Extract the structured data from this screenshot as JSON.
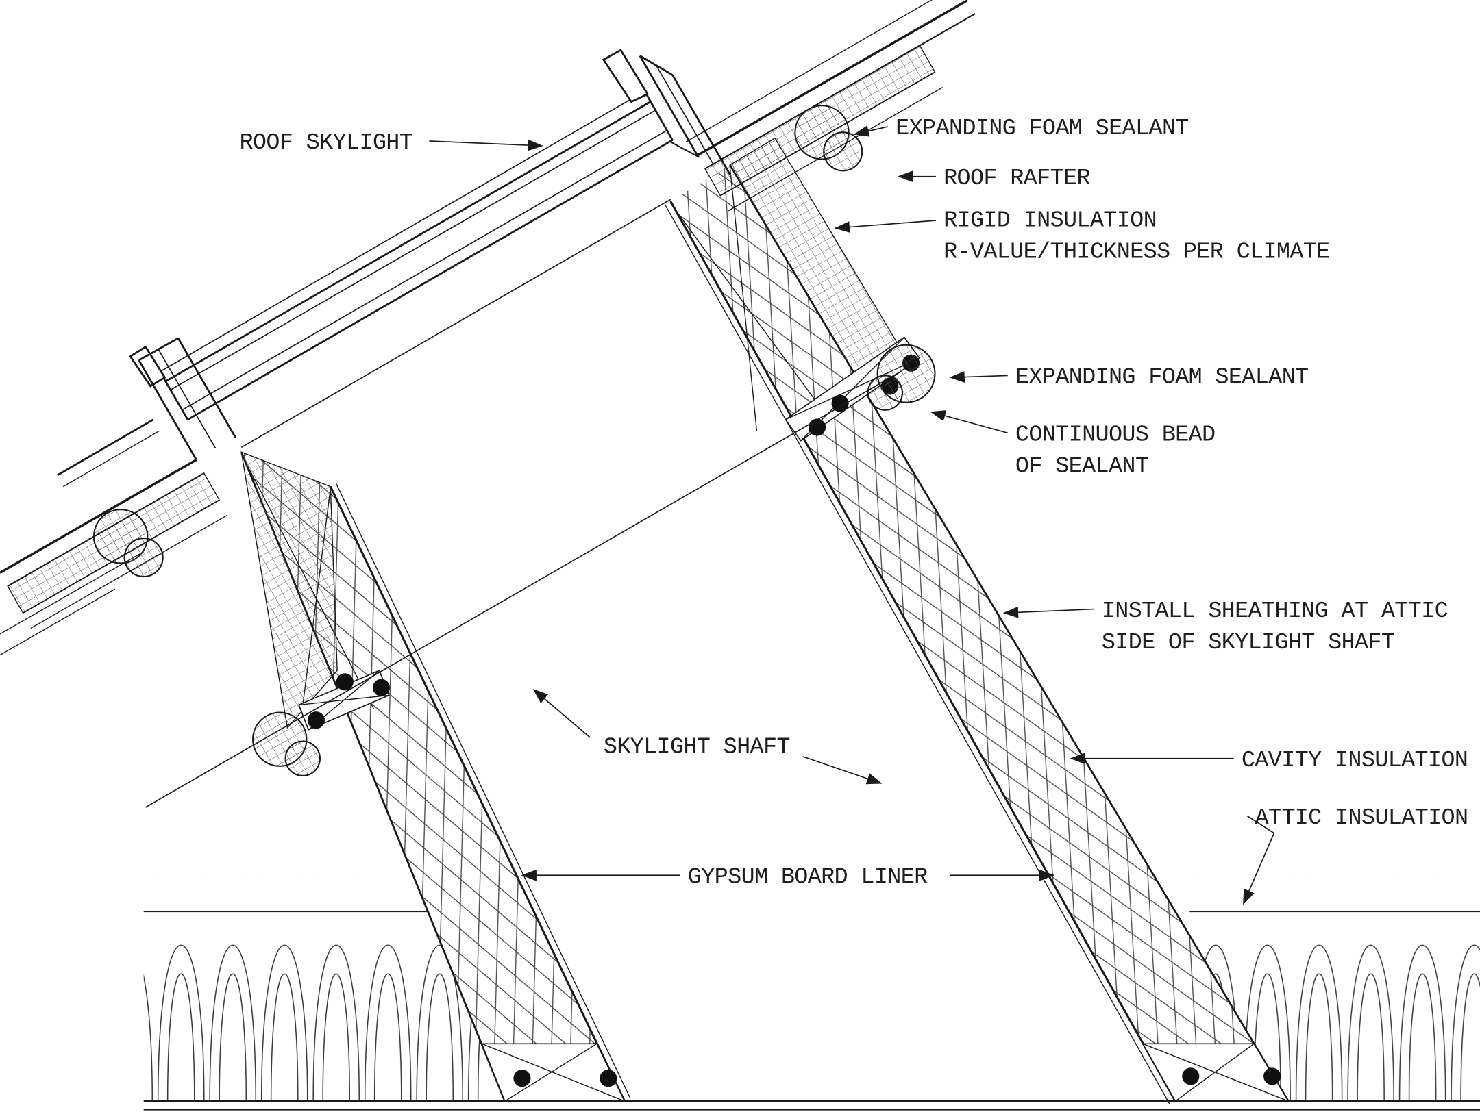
{
  "drawing": {
    "type": "architectural-detail-section",
    "labels": {
      "roof_skylight": "ROOF SKYLIGHT",
      "expanding_foam_top": "EXPANDING FOAM SEALANT",
      "roof_rafter": "ROOF RAFTER",
      "rigid_insulation_1": "RIGID INSULATION",
      "rigid_insulation_2": "R-VALUE/THICKNESS PER CLIMATE",
      "expanding_foam_mid": "EXPANDING FOAM SEALANT",
      "continuous_bead_1": "CONTINUOUS BEAD",
      "continuous_bead_2": "OF SEALANT",
      "install_sheathing_1": "INSTALL SHEATHING AT ATTIC",
      "install_sheathing_2": "SIDE OF SKYLIGHT SHAFT",
      "skylight_shaft": "SKYLIGHT SHAFT",
      "cavity_insulation": "CAVITY INSULATION",
      "attic_insulation": "ATTIC INSULATION",
      "gypsum_board_liner": "GYPSUM BOARD LINER"
    },
    "colors": {
      "line": "#1a1a1a",
      "background": "#ffffff"
    }
  }
}
